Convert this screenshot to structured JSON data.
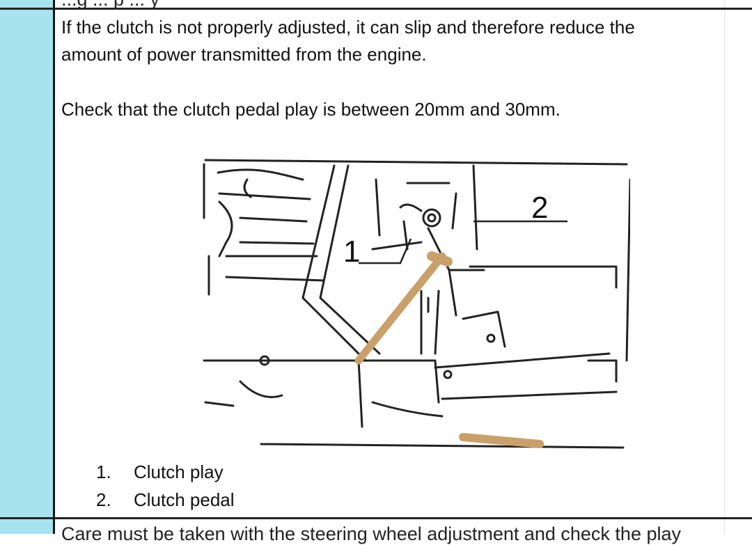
{
  "previous_row": {
    "text": "...g ... p ... y"
  },
  "instruction": {
    "line1": "If the clutch is not properly adjusted, it can slip and therefore reduce the",
    "line2": "amount of power transmitted from the engine.",
    "check": "Check that the clutch pedal play is between 20mm and 30mm."
  },
  "figure": {
    "callout_1": "1",
    "callout_2": "2"
  },
  "legend": [
    {
      "num": "1.",
      "label": "Clutch play"
    },
    {
      "num": "2.",
      "label": "Clutch pedal"
    }
  ],
  "next_row": {
    "text": "Care must be taken with the steering wheel adjustment and check the play"
  },
  "colors": {
    "left_column": "#a6e3ee",
    "pedal": "#c9a06a",
    "lines": "#222222"
  }
}
